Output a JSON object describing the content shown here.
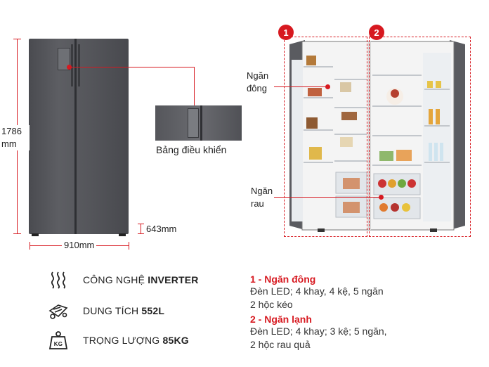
{
  "dims": {
    "height": "1786\nmm",
    "width": "910mm",
    "depth": "643mm"
  },
  "zoom_label": "Bảng điều khiển",
  "badges": [
    "1",
    "2"
  ],
  "callouts": {
    "freezer": "Ngăn\nđông",
    "crisper": "Ngăn\nrau"
  },
  "features": [
    {
      "label_prefix": "CÔNG NGHỆ ",
      "label_bold": "INVERTER",
      "icon": "inverter-icon"
    },
    {
      "label_prefix": "DUNG TÍCH ",
      "label_bold": "552L",
      "icon": "capacity-icon"
    },
    {
      "label_prefix": "TRỌNG LƯỢNG ",
      "label_bold": "85KG",
      "icon": "weight-icon",
      "icon_text": "KG"
    }
  ],
  "specs": [
    {
      "title": "1 - Ngăn đông",
      "line1": "Đèn LED; 4 khay, 4 kệ, 5 ngăn",
      "line2": "2 hộc kéo"
    },
    {
      "title": "2 - Ngăn lạnh",
      "line1": "Đèn LED; 4 khay; 3 kệ; 5 ngăn,",
      "line2": "2 hộc rau quả"
    }
  ],
  "colors": {
    "accent": "#d71920",
    "steel": "#55565b"
  }
}
